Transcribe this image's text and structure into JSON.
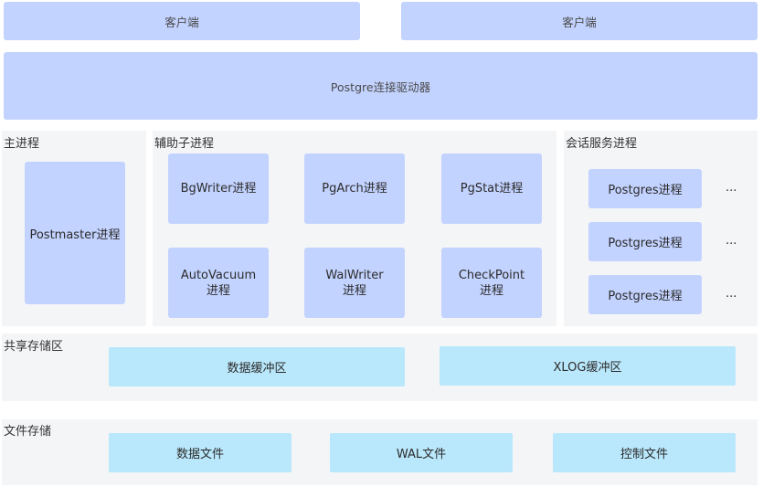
{
  "clients": [
    "客户端",
    "客户端"
  ],
  "driver": "Postgre连接驱动器",
  "main_process": {
    "label": "主进程",
    "postmaster": "Postmaster进程"
  },
  "aux_process": {
    "label": "辅助子进程",
    "items": [
      "BgWriter进程",
      "PgArch进程",
      "PgStat进程",
      "AutoVacuum\n进程",
      "WalWriter\n进程",
      "CheckPoint\n进程"
    ]
  },
  "session_process": {
    "label": "会话服务进程",
    "items": [
      "Postgres进程",
      "Postgres进程",
      "Postgres进程"
    ],
    "ellipsis": "..."
  },
  "shared_storage": {
    "label": "共享存储区",
    "items": [
      "数据缓冲区",
      "XLOG缓冲区"
    ]
  },
  "file_storage": {
    "label": "文件存储",
    "items": [
      "数据文件",
      "WAL文件",
      "控制文件"
    ]
  }
}
